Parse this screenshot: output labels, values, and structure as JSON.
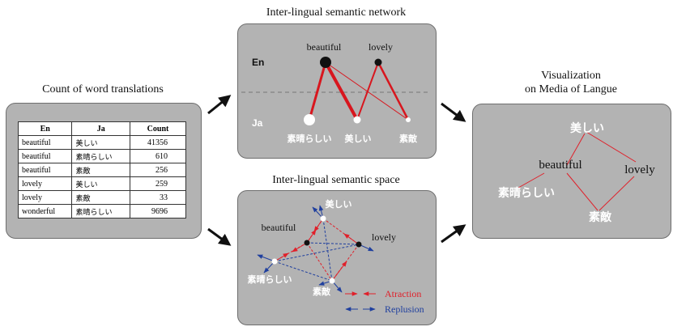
{
  "titles": {
    "count": "Count of word translations",
    "network": "Inter-lingual semantic network",
    "space": "Inter-lingual semantic space",
    "viz_line1": "Visualization",
    "viz_line2": "on Media of Langue"
  },
  "table": {
    "headers": [
      "En",
      "Ja",
      "Count"
    ],
    "rows": [
      {
        "en": "beautiful",
        "ja": "美しい",
        "count": "41356"
      },
      {
        "en": "beautiful",
        "ja": "素晴らしい",
        "count": "610"
      },
      {
        "en": "beautiful",
        "ja": "素敵",
        "count": "256"
      },
      {
        "en": "lovely",
        "ja": "美しい",
        "count": "259"
      },
      {
        "en": "lovely",
        "ja": "素敵",
        "count": "33"
      },
      {
        "en": "wonderful",
        "ja": "素晴らしい",
        "count": "9696"
      }
    ]
  },
  "network": {
    "lang_en": "En",
    "lang_ja": "Ja",
    "en_words": [
      "beautiful",
      "lovely"
    ],
    "ja_words": [
      "素晴らしい",
      "美しい",
      "素敵"
    ]
  },
  "space": {
    "en_words": [
      "beautiful",
      "lovely"
    ],
    "ja_words": [
      "美しい",
      "素晴らしい",
      "素敵"
    ],
    "legend_attraction": "Atraction",
    "legend_repulsion": "Replusion"
  },
  "viz": {
    "ja_words": [
      "美しい",
      "素晴らしい",
      "素敵"
    ],
    "en_words": [
      "beautiful",
      "lovely"
    ]
  },
  "colors": {
    "panel": "#b3b3b3",
    "attraction": "#e0202a",
    "repulsion": "#1f3f9e"
  }
}
